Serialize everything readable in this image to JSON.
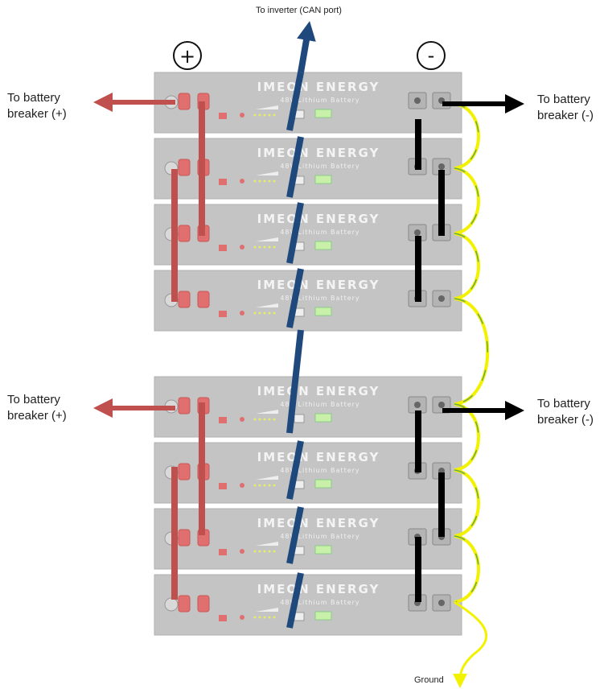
{
  "labels": {
    "top_arrow": "To inverter (CAN port)",
    "plus_symbol": "+",
    "minus_symbol": "-",
    "breaker_pos_top_line1": "To battery",
    "breaker_pos_top_line2": "breaker (+)",
    "breaker_neg_top_line1": "To battery",
    "breaker_neg_top_line2": "breaker (-)",
    "breaker_pos_bottom_line1": "To battery",
    "breaker_pos_bottom_line2": "breaker (+)",
    "breaker_neg_bottom_line1": "To battery",
    "breaker_neg_bottom_line2": "breaker (-)",
    "ground": "Ground"
  },
  "battery": {
    "brand": "IMEON ENERGY",
    "subtitle": "48V Lithium Battery",
    "count": 8
  },
  "colors": {
    "positive_cable": "#c0504d",
    "negative_cable": "#000000",
    "can_cable": "#1f497d",
    "ground_cable": "#f2f200",
    "ground_stripe": "#6aa84f",
    "battery_body": "#c4c4c4"
  }
}
